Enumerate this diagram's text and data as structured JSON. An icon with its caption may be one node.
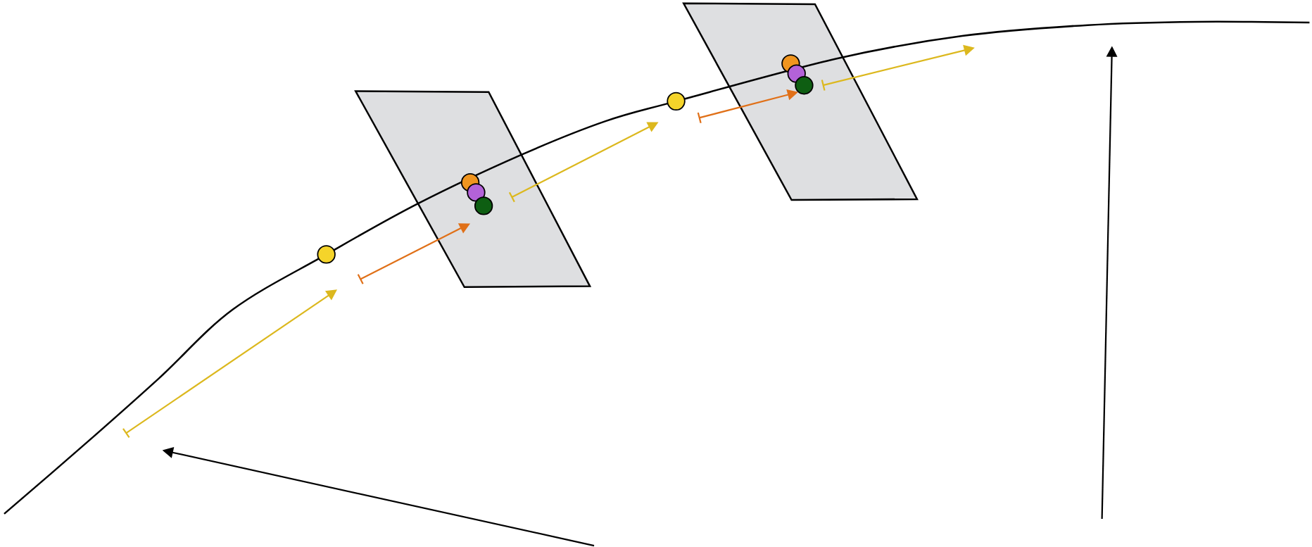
{
  "diagram": {
    "nodes": [
      {
        "text": [],
        "shape": "circle"
      },
      {
        "text": [],
        "shape": "parallelogram"
      },
      {
        "text": [],
        "shape": "circle",
        "in": 1
      },
      {
        "text": [],
        "shape": "circle",
        "in": 1
      },
      {
        "text": [],
        "shape": "circle",
        "in": 1
      },
      {
        "text": [],
        "shape": "circle"
      },
      {
        "text": [],
        "shape": "parallelogram"
      },
      {
        "text": [],
        "shape": "circle",
        "in": 6
      },
      {
        "text": [],
        "shape": "circle",
        "in": 6
      },
      {
        "text": [],
        "shape": "circle",
        "in": 6
      }
    ]
  }
}
